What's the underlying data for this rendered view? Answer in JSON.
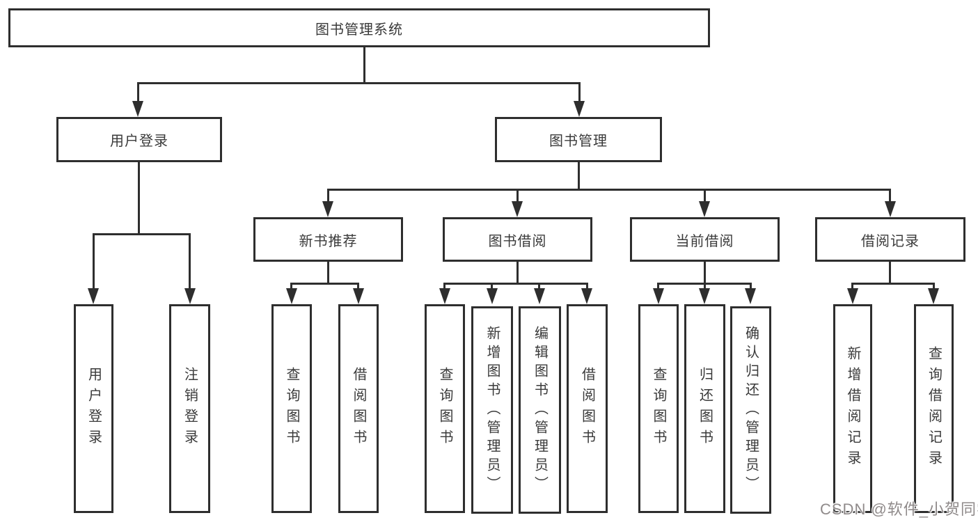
{
  "page": {
    "background": "#ffffff"
  },
  "colors": {
    "line": "#2e2e2e",
    "box_border": "#2e2e2e",
    "text": "#3a3a3a",
    "watermark": "#8f8a8a"
  },
  "watermark": {
    "text": "CSDN @软件_小贺同学"
  },
  "tree": {
    "label": "图书管理系统",
    "children": [
      {
        "label": "用户登录",
        "children": [
          {
            "label": "用户登录"
          },
          {
            "label": "注销登录"
          }
        ]
      },
      {
        "label": "图书管理",
        "children": [
          {
            "label": "新书推荐",
            "children": [
              {
                "label": "查询图书"
              },
              {
                "label": "借阅图书"
              }
            ]
          },
          {
            "label": "图书借阅",
            "children": [
              {
                "label": "查询图书"
              },
              {
                "label": "新增图书（管理员）"
              },
              {
                "label": "编辑图书（管理员）"
              },
              {
                "label": "借阅图书"
              }
            ]
          },
          {
            "label": "当前借阅",
            "children": [
              {
                "label": "查询图书"
              },
              {
                "label": "归还图书"
              },
              {
                "label": "确认归还（管理员）"
              }
            ]
          },
          {
            "label": "借阅记录",
            "children": [
              {
                "label": "新增借阅记录"
              },
              {
                "label": "查询借阅记录"
              }
            ]
          }
        ]
      }
    ]
  }
}
